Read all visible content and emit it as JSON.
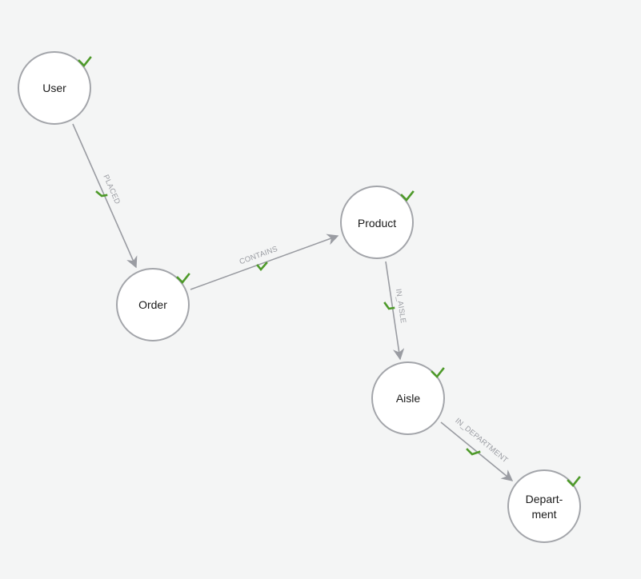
{
  "nodes": {
    "user": "User",
    "order": "Order",
    "product": "Product",
    "aisle": "Aisle",
    "department_line1": "Depart-",
    "department_line2": "ment"
  },
  "edges": {
    "placed": "PLACED",
    "contains": "CONTAINS",
    "in_aisle": "IN_AISLE",
    "in_department": "IN_DEPARTMENT"
  },
  "status": {
    "validated_icon": "check-icon",
    "validated_color": "#4e9a2a"
  }
}
